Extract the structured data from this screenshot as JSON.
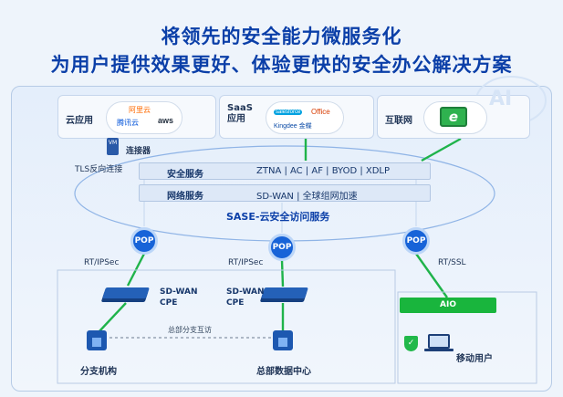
{
  "headline": {
    "line1": "将领先的安全能力微服务化",
    "line2": "为用户提供效果更好、体验更快的安全办公解决方案"
  },
  "top": {
    "cloud_app": {
      "label": "云应用",
      "brands": [
        "阿里云",
        "腾讯云",
        "aws"
      ]
    },
    "saas": {
      "label": "SaaS\n应用",
      "brands": [
        "salesforce",
        "Office",
        "Kingdee 金蝶"
      ]
    },
    "internet": {
      "label": "互联网",
      "icon_text": "e"
    }
  },
  "connector": {
    "vm_label": "VM",
    "name": "连接器",
    "tls": "TLS反向连接"
  },
  "services": {
    "security": {
      "key": "安全服务",
      "value": "ZTNA | AC | AF | BYOD | XDLP"
    },
    "network": {
      "key": "网络服务",
      "value": "SD-WAN | 全球组网加速"
    }
  },
  "sase_title": "SASE-云安全访问服务",
  "ai_watermark": "AI",
  "pops": [
    {
      "label": "POP"
    },
    {
      "label": "POP"
    },
    {
      "label": "POP"
    }
  ],
  "links": {
    "left": "RT/IPSec",
    "mid": "RT/IPSec",
    "right": "RT/SSL"
  },
  "cpe": {
    "left": "SD-WAN\nCPE",
    "mid": "SD-WAN\nCPE"
  },
  "branch_link": "总部分支互访",
  "sites": {
    "branch": "分支机构",
    "hq": "总部数据中心",
    "mobile": "移动用户"
  },
  "aio": "AIO",
  "colors": {
    "title": "#0b3fa8",
    "pop": "#1763d8",
    "green_link": "#1fb34a",
    "aio": "#19b53d"
  }
}
